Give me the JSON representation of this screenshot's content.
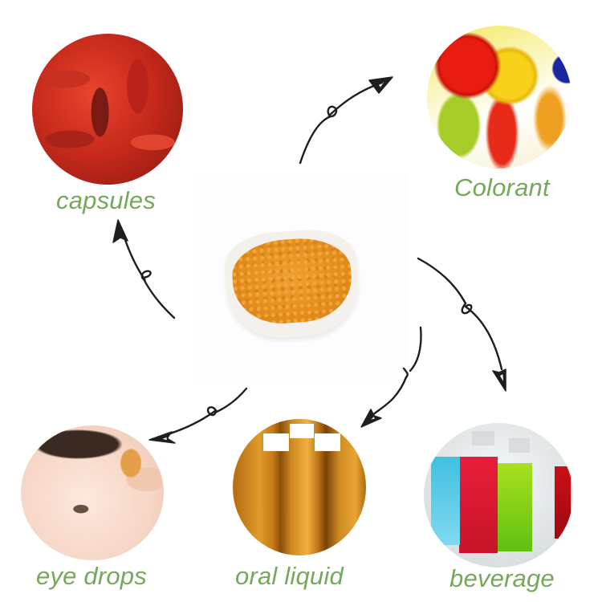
{
  "diagram": {
    "center": {
      "subject": "orange pigment powder in white bowl",
      "icon": "powder-bowl-icon"
    },
    "applications": [
      {
        "id": "capsules",
        "label": "capsules",
        "icon": "capsules-photo"
      },
      {
        "id": "colorant",
        "label": "Colorant",
        "icon": "paint-pots-photo"
      },
      {
        "id": "beverage",
        "label": "beverage",
        "icon": "drink-bottles-photo"
      },
      {
        "id": "oral-liquid",
        "label": "oral liquid",
        "icon": "amber-vials-photo"
      },
      {
        "id": "eye-drops",
        "label": "eye drops",
        "icon": "eye-drops-photo"
      }
    ],
    "arrows": [
      {
        "from": "center",
        "to": "colorant"
      },
      {
        "from": "center",
        "to": "beverage"
      },
      {
        "from": "center",
        "to": "oral-liquid"
      },
      {
        "from": "center",
        "to": "eye-drops"
      },
      {
        "from": "center",
        "to": "capsules"
      }
    ]
  },
  "colors": {
    "label_text": "#76a85c",
    "arrow_stroke": "#1e1e1e",
    "background": "#ffffff",
    "powder": "#e58f1e"
  }
}
